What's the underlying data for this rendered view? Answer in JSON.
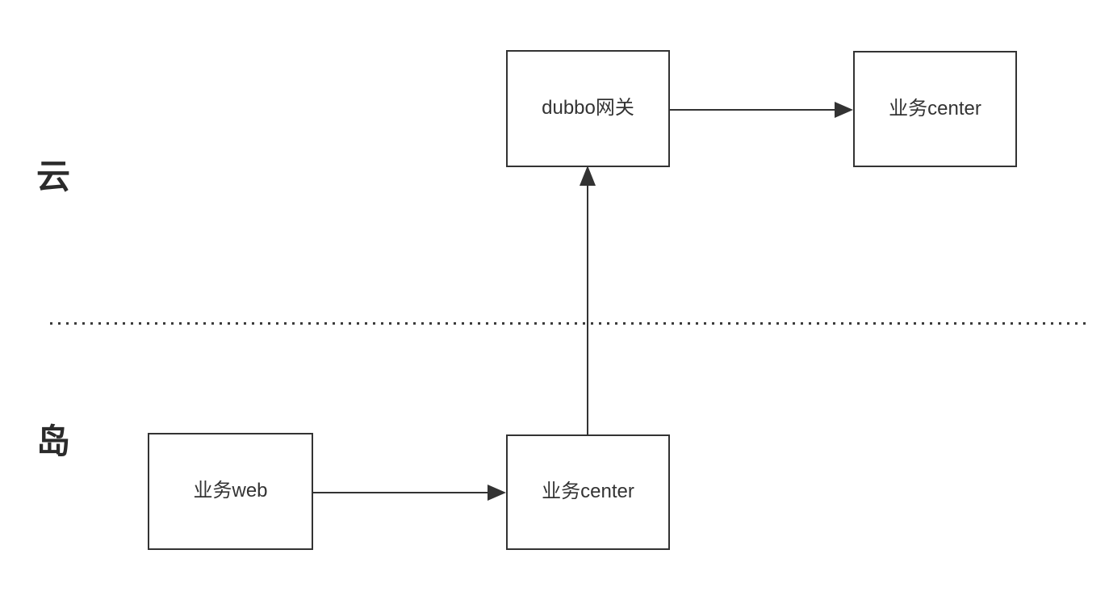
{
  "diagram": {
    "title": "cloud-island service call architecture",
    "background_color": "#ffffff",
    "stroke_color": "#333333",
    "text_color": "#333333",
    "zones": [
      {
        "id": "cloud",
        "label": "云"
      },
      {
        "id": "island",
        "label": "岛"
      }
    ],
    "divider": {
      "name": "cloud-island-boundary",
      "style": "dotted",
      "color": "#3b3b3b"
    },
    "nodes": [
      {
        "id": "dubbo-gateway",
        "label": "dubbo网关",
        "zone": "cloud"
      },
      {
        "id": "cloud-center",
        "label": "业务center",
        "zone": "cloud"
      },
      {
        "id": "island-web",
        "label": "业务web",
        "zone": "island"
      },
      {
        "id": "island-center",
        "label": "业务center",
        "zone": "island"
      }
    ],
    "edges": [
      {
        "id": "gateway-to-cloud-center",
        "from": "dubbo-gateway",
        "to": "cloud-center",
        "direction": "right"
      },
      {
        "id": "web-to-island-center",
        "from": "island-web",
        "to": "island-center",
        "direction": "right"
      },
      {
        "id": "island-center-to-gateway",
        "from": "island-center",
        "to": "dubbo-gateway",
        "direction": "up"
      }
    ]
  }
}
